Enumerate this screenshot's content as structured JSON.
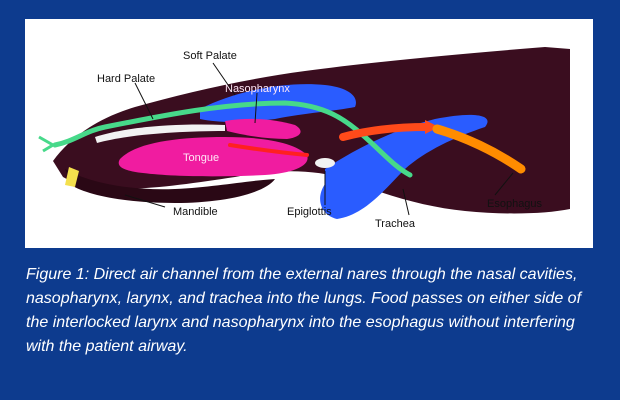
{
  "figure": {
    "labels": {
      "soft_palate": "Soft Palate",
      "hard_palate": "Hard Palate",
      "nasopharynx": "Nasopharynx",
      "tongue": "Tongue",
      "mandible": "Mandible",
      "epiglottis": "Epiglottis",
      "trachea": "Trachea",
      "esophagus": "Esophagus"
    },
    "colors": {
      "background": "#0d3b8e",
      "head": "#3a0d1f",
      "tongue": "#f01ca0",
      "airway": "#2a5cff",
      "air_channel": "#47d98a",
      "food_path": "#ff4a1a",
      "esophagus": "#ff8c00",
      "incisor": "#f4e04d"
    }
  },
  "caption": "Figure 1: Direct air channel from the external nares through the nasal cavities, nasopharynx, larynx, and trachea into the lungs. Food passes on either side of the interlocked larynx and nasopharynx into the esophagus without interfering with the patient airway."
}
